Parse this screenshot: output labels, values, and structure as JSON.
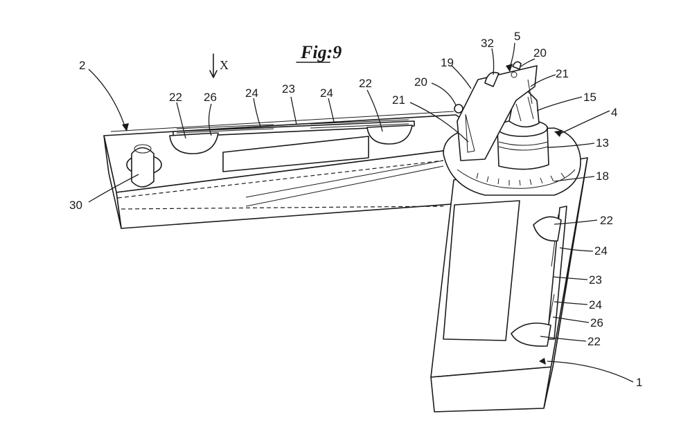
{
  "figure": {
    "title": "Fig:9",
    "section_marker": "X"
  },
  "labels": {
    "l2": "2",
    "l22a": "22",
    "l26a": "26",
    "l24a": "24",
    "l23a": "23",
    "l24b": "24",
    "l22b": "22",
    "l30": "30",
    "l19": "19",
    "l32": "32",
    "l5": "5",
    "l20a": "20",
    "l20b": "20",
    "l21a": "21",
    "l21b": "21",
    "l15": "15",
    "l4": "4",
    "l13": "13",
    "l18": "18",
    "l22c": "22",
    "l24c": "24",
    "l23b": "23",
    "l24d": "24",
    "l26b": "26",
    "l22d": "22",
    "l1": "1"
  }
}
